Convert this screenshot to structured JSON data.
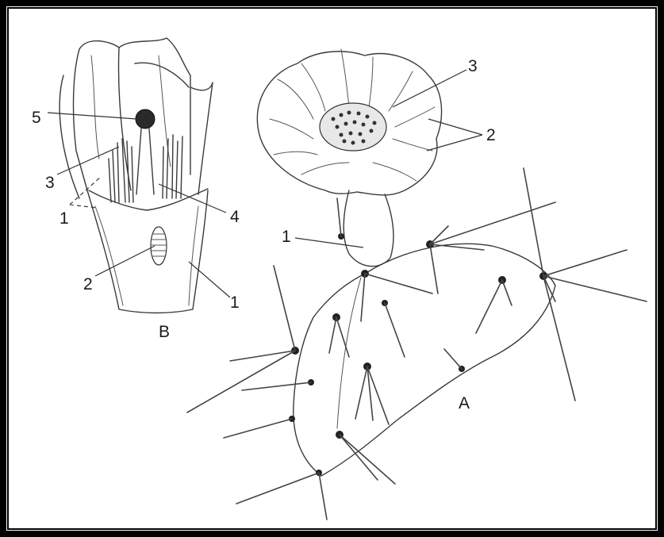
{
  "figure": {
    "flower_section": {
      "view_letter": "B",
      "labels": [
        "5",
        "3",
        "1",
        "4",
        "2",
        "1"
      ]
    },
    "cactus_plant": {
      "view_letter": "A",
      "labels": [
        "3",
        "2",
        "1"
      ]
    }
  }
}
